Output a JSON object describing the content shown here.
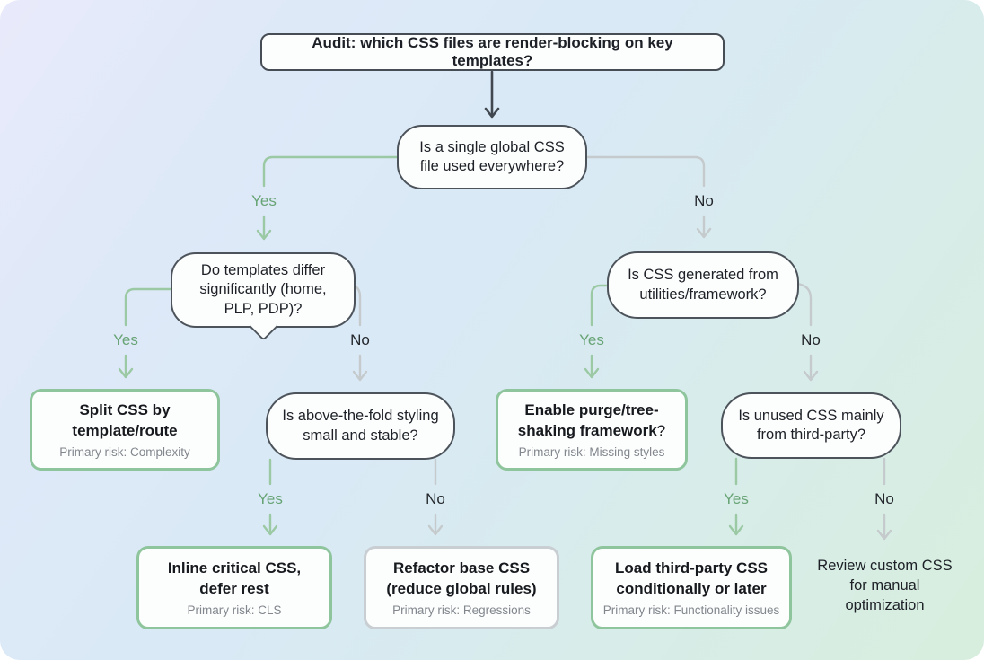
{
  "diagram": {
    "title_hint": "CSS render-blocking audit decision tree",
    "colors": {
      "background_top_left": "#e9eafb",
      "background_mid": "#d9e9f6",
      "background_bottom_right": "#d7eedd",
      "question_border": "#4c535a",
      "node_background": "#fcfdfd",
      "outcome_green_border": "#8fc59c",
      "outcome_gray_border": "#c9ced3",
      "yes_line": "#9bc9a4",
      "yes_label": "#68a476",
      "no_line": "#c5cacc",
      "no_label": "#24282d",
      "dark_arrow": "#414850",
      "risk_text": "#82878d"
    },
    "labels": {
      "yes": "Yes",
      "no": "No"
    },
    "nodes": {
      "root": {
        "label": "Audit: which CSS files are render-blocking on key templates?"
      },
      "q_single_global": {
        "label": "Is a single global CSS file used everywhere?"
      },
      "q_templates_differ": {
        "label": "Do templates differ significantly (home, PLP, PDP)?"
      },
      "q_above_fold": {
        "label": "Is above-the-fold styling small and stable?"
      },
      "q_generated": {
        "label": "Is CSS generated from utilities/framework?"
      },
      "q_unused_third_party": {
        "label": "Is unused CSS mainly from third-party?"
      },
      "a_split": {
        "label": "Split CSS by template/route",
        "risk": "Primary risk: Complexity"
      },
      "a_inline": {
        "label": "Inline critical CSS, defer rest",
        "risk": "Primary risk: CLS"
      },
      "a_refactor": {
        "label": "Refactor base CSS (reduce global rules)",
        "risk": "Primary risk: Regressions"
      },
      "a_purge": {
        "label": "Enable purge/tree-shaking framework",
        "suffix": "?",
        "risk": "Primary risk: Missing styles"
      },
      "a_third_party": {
        "label": "Load third-party CSS conditionally or later",
        "risk": "Primary risk: Functionality issues"
      },
      "a_review": {
        "label": "Review custom CSS for manual optimization"
      }
    }
  }
}
